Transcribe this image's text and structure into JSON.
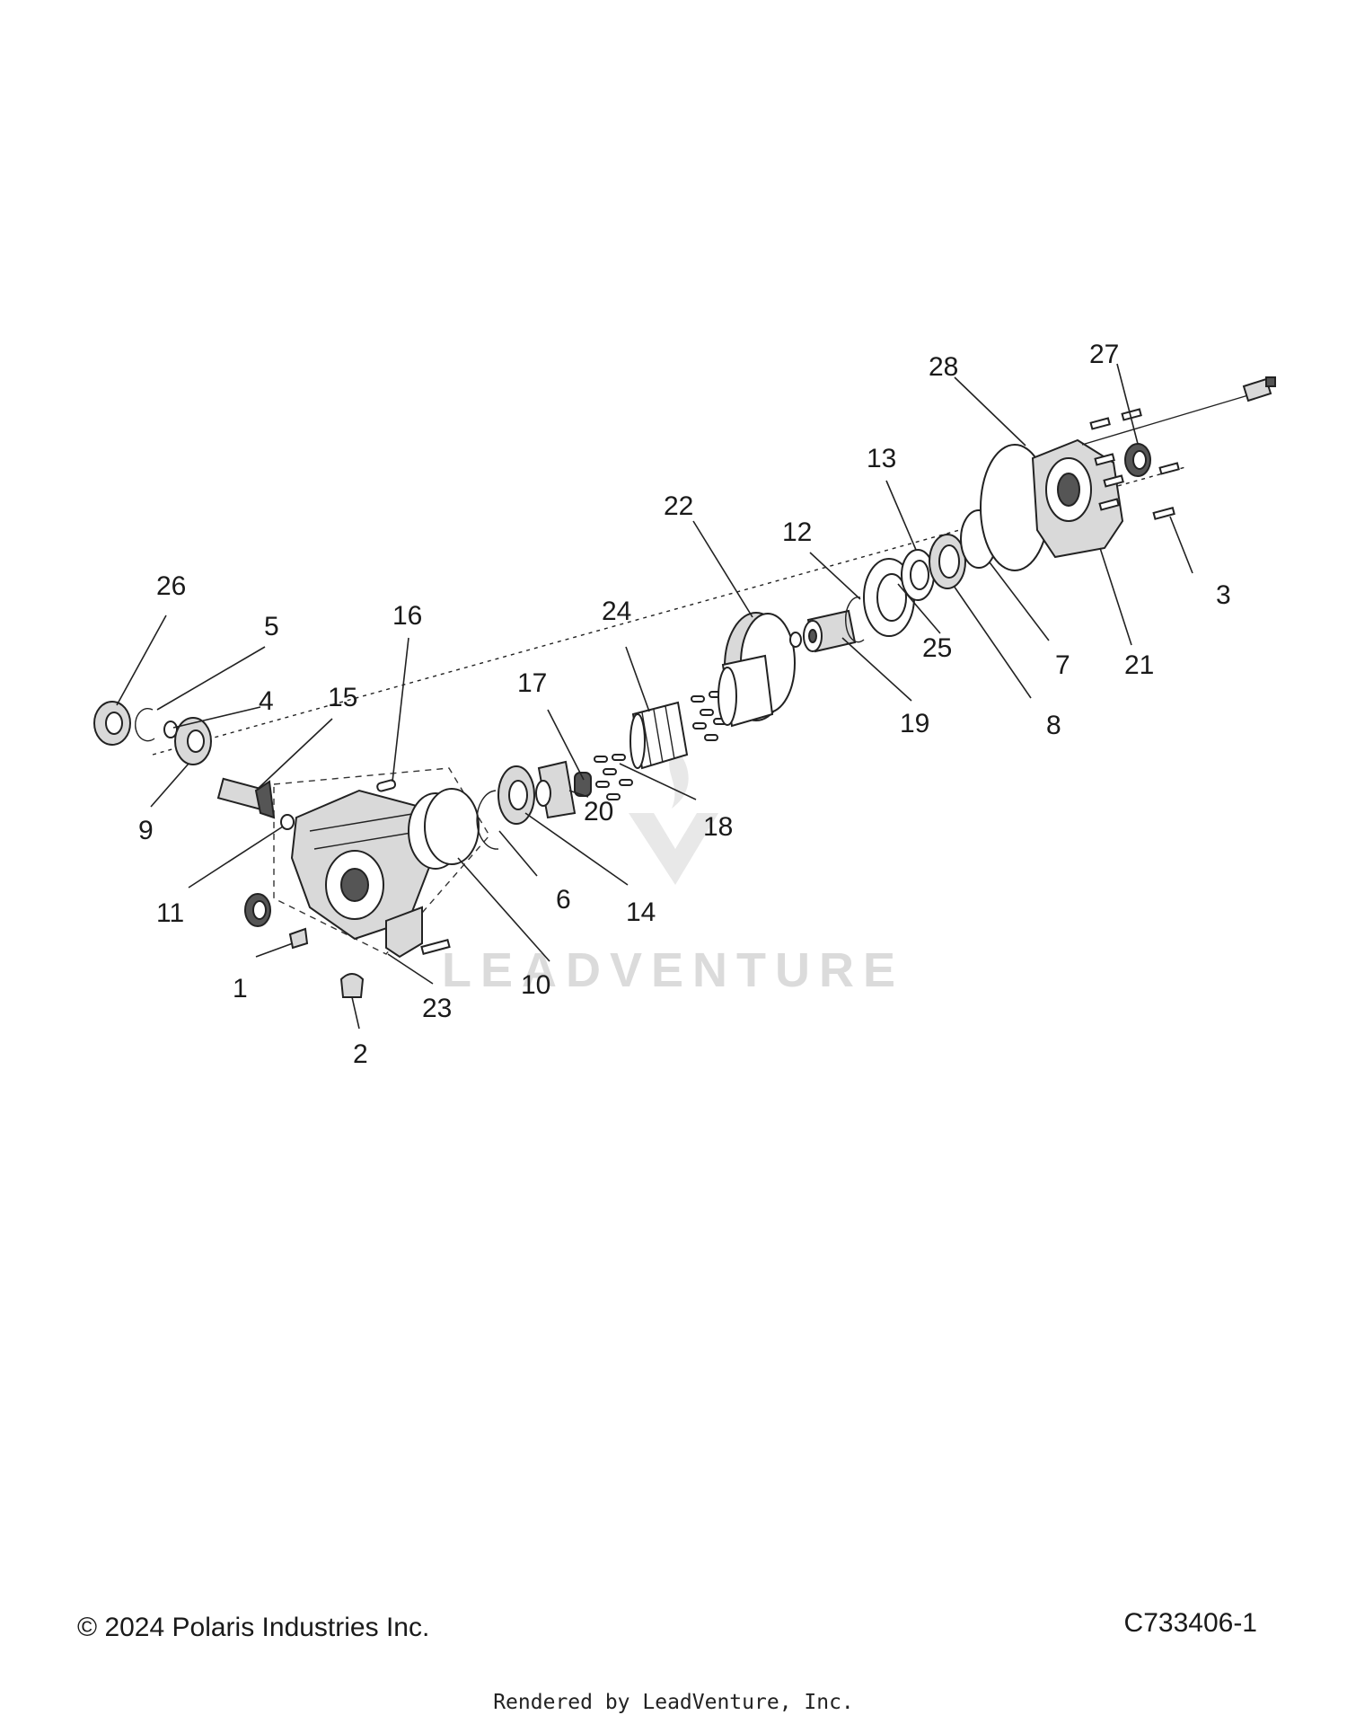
{
  "callouts": [
    "1",
    "2",
    "3",
    "4",
    "5",
    "6",
    "7",
    "8",
    "9",
    "10",
    "11",
    "12",
    "13",
    "14",
    "15",
    "16",
    "17",
    "18",
    "19",
    "20",
    "21",
    "22",
    "23",
    "24",
    "25",
    "26",
    "27",
    "28"
  ],
  "watermark": {
    "text": "LEADVENTURE"
  },
  "footer": {
    "copyright": "© 2024 Polaris Industries Inc.",
    "diagram_id": "C733406-1",
    "rendered_by": "Rendered by LeadVenture, Inc."
  }
}
